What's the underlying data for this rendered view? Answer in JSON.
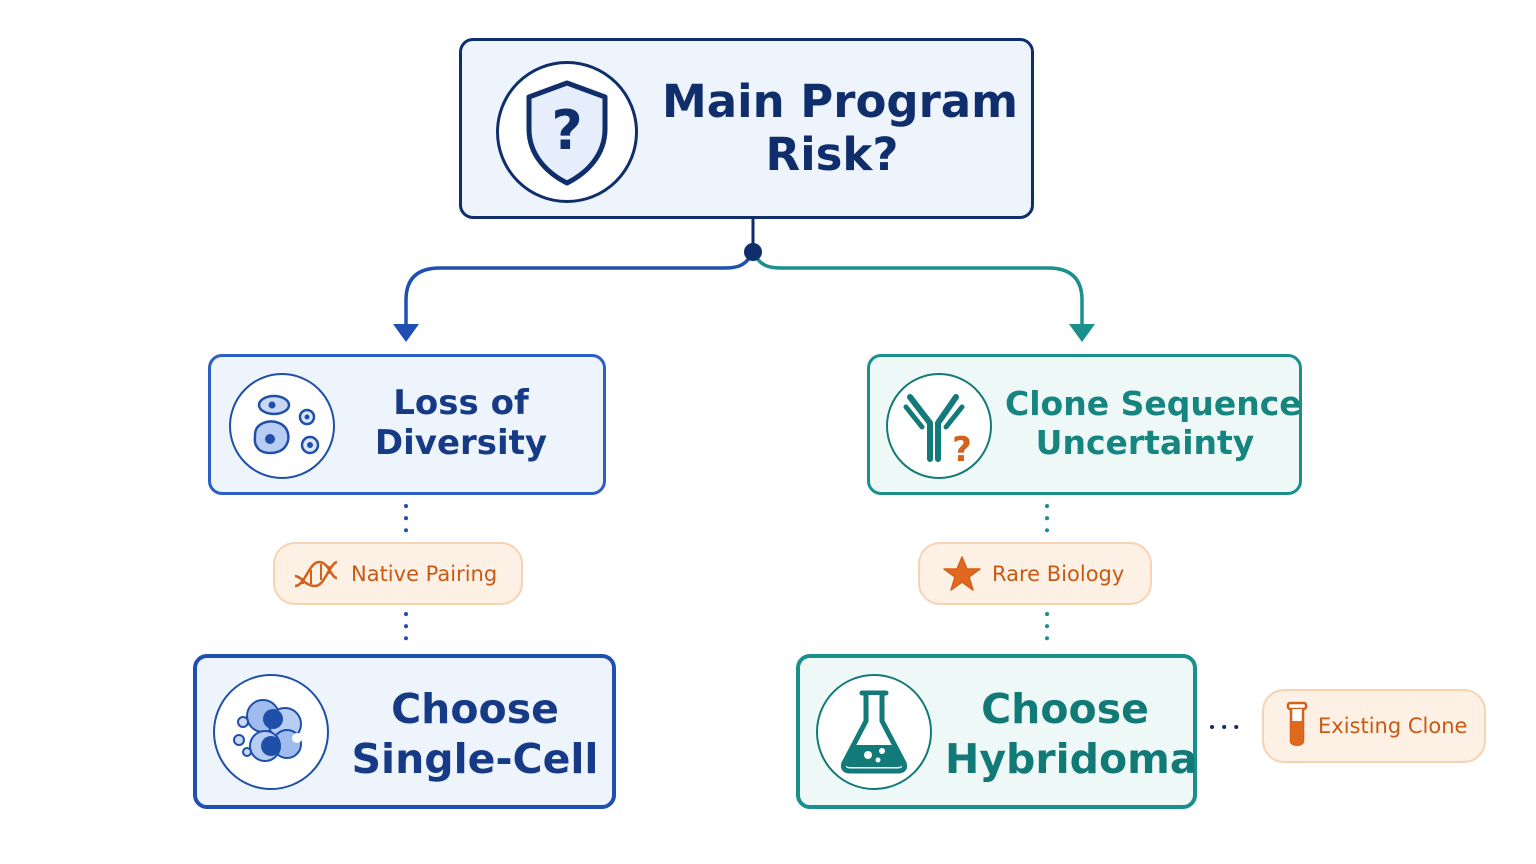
{
  "root": {
    "title_lines": [
      "Main Program",
      "Risk?"
    ],
    "icon": "shield-question-icon"
  },
  "branches": [
    {
      "label_lines": [
        "Loss of",
        "Diversity"
      ],
      "icon": "cells-icon",
      "color": "#2b5fc4"
    },
    {
      "label_lines": [
        "Clone Sequence",
        "Uncertainty"
      ],
      "icon": "antibody-question-icon",
      "color": "#1b8f8c"
    }
  ],
  "criteria": [
    {
      "label": "Native Pairing",
      "icon": "dna-icon"
    },
    {
      "label": "Rare Biology",
      "icon": "star-icon"
    },
    {
      "label": "Existing Clone",
      "icon": "test-tube-icon"
    }
  ],
  "decisions": [
    {
      "label_lines": [
        "Choose",
        "Single-Cell"
      ],
      "icon": "cell-cluster-icon"
    },
    {
      "label_lines": [
        "Choose",
        "Hybridoma"
      ],
      "icon": "flask-icon"
    }
  ],
  "colors": {
    "navy": "#0f2e6b",
    "blue": "#1f4fb0",
    "teal": "#1b8f8c",
    "orange": "#d4601a",
    "pill_fill": "#fdf0e4"
  }
}
